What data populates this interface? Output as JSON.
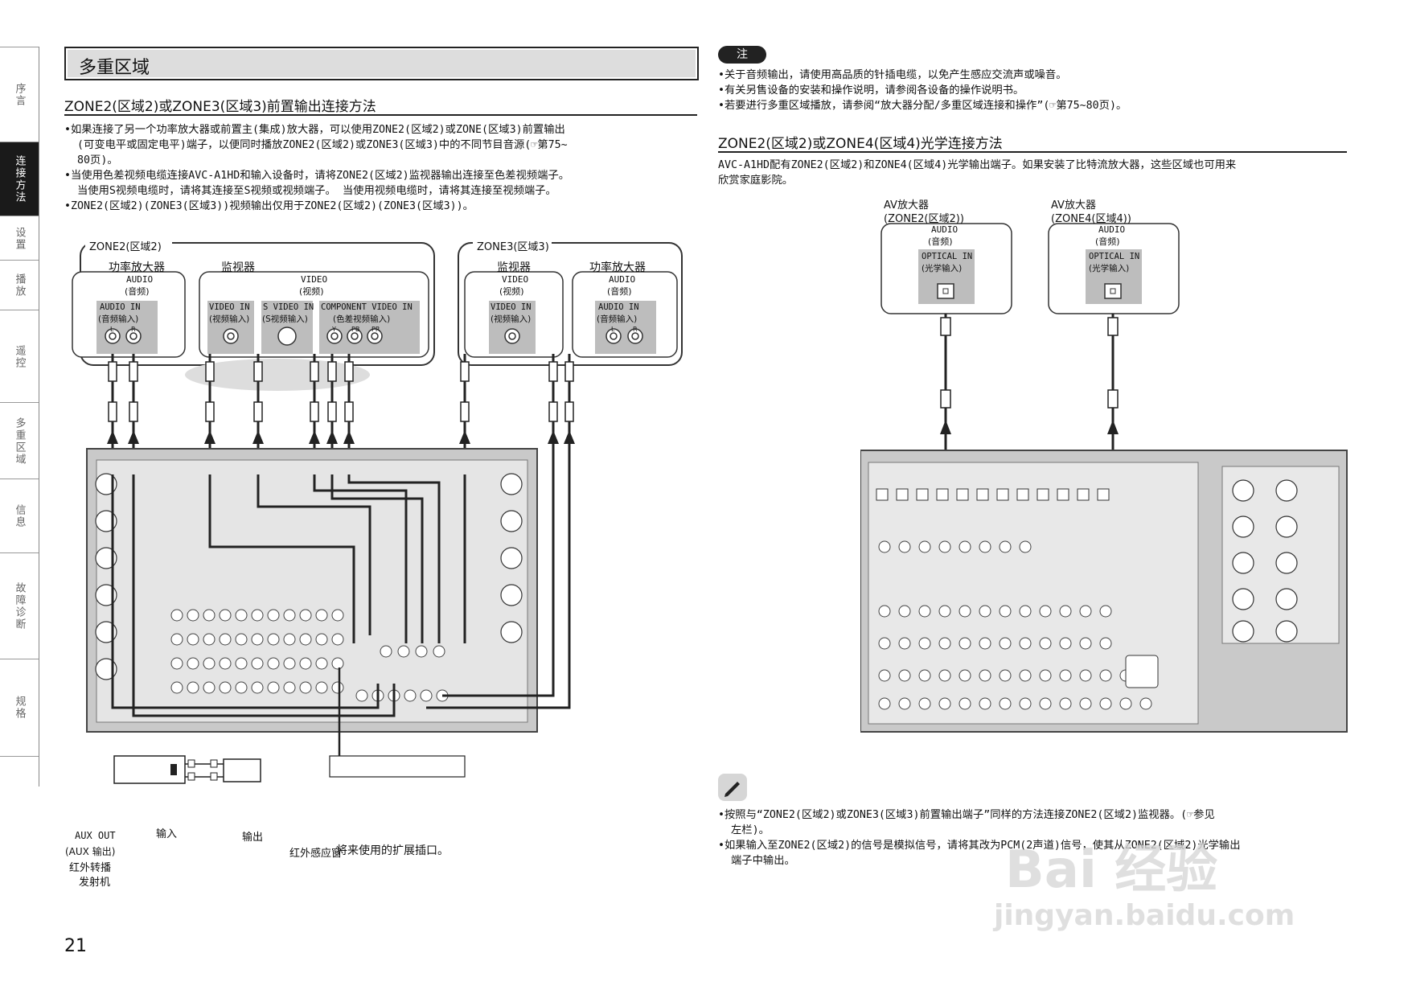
{
  "side_tabs": [
    {
      "label": "序言",
      "active": false
    },
    {
      "label": "连接方法",
      "active": true
    },
    {
      "label": "设置",
      "active": false
    },
    {
      "label": "播放",
      "active": false
    },
    {
      "label": "遥控",
      "active": false
    },
    {
      "label": "多重区域",
      "active": false
    },
    {
      "label": "信息",
      "active": false
    },
    {
      "label": "故障诊断",
      "active": false
    },
    {
      "label": "规格",
      "active": false
    }
  ],
  "section_title": "多重区域",
  "left": {
    "heading": "ZONE2(区域2)或ZONE3(区域3)前置输出连接方法",
    "bullets": [
      "•如果连接了另一个功率放大器或前置主(集成)放大器，可以使用ZONE2(区域2)或ZONE(区域3)前置输出",
      "  (可变电平或固定电平)端子，以便同时播放ZONE2(区域2)或ZONE3(区域3)中的不同节目音源(☞第75~",
      "  80页)。",
      "•当使用色差视频电缆连接AVC-A1HD和输入设备时，请将ZONE2(区域2)监视器输出连接至色差视频端子。",
      "  当使用S视频电缆时，请将其连接至S视频或视频端子。 当使用视频电缆时，请将其连接至视频端子。",
      "•ZONE2(区域2)(ZONE3(区域3))视频输出仅用于ZONE2(区域2)(ZONE3(区域3))。"
    ]
  },
  "diagram_left": {
    "zone2_title": "ZONE2(区域2)",
    "zone3_title": "ZONE3(区域3)",
    "power_amp": "功率放大器",
    "monitor": "监视器",
    "audio": "AUDIO",
    "audio_cn": "(音频)",
    "video": "VIDEO",
    "video_cn": "(视频)",
    "audio_in": "AUDIO IN",
    "audio_in_cn": "(音频输入)",
    "video_in": "VIDEO IN",
    "video_in_cn": "(视频输入)",
    "s_video_in": "S VIDEO IN",
    "s_video_in_cn": "(S视频输入)",
    "component_video_in": "COMPONENT VIDEO IN",
    "component_video_in_cn": "(色差视频输入)",
    "port_L": "L",
    "port_R": "R",
    "port_Y": "Y",
    "port_Pb": "PB",
    "port_Pr": "PR",
    "aux_out": "AUX OUT",
    "aux_out_cn": "(AUX 输出)",
    "ir_transmitter_1": "红外转播",
    "ir_transmitter_2": "发射机",
    "input": "输入",
    "output": "输出",
    "ir_receiver": "红外感应窗",
    "expansion_note": "将来使用的扩展插口。"
  },
  "right": {
    "notes_badge": "注",
    "notes": [
      "•关于音频输出，请使用高品质的针插电缆，以免产生感应交流声或噪音。",
      "•有关另售设备的安装和操作说明，请参阅各设备的操作说明书。",
      "•若要进行多重区域播放，请参阅“放大器分配/多重区域连接和操作”(☞第75~80页)。"
    ],
    "heading": "ZONE2(区域2)或ZONE4(区域4)光学连接方法",
    "intro": [
      "AVC-A1HD配有ZONE2(区域2)和ZONE4(区域4)光学输出端子。如果安装了比特流放大器，这些区域也可用来",
      "欣赏家庭影院。"
    ],
    "tips": [
      "•按照与“ZONE2(区域2)或ZONE3(区域3)前置输出端子”同样的方法连接ZONE2(区域2)监视器。(☞参见",
      "  左栏)。",
      "•如果输入至ZONE2(区域2)的信号是模拟信号，请将其改为PCM(2声道)信号，使其从ZONE2(区域2)光学输出",
      "  端子中输出。"
    ]
  },
  "diagram_right": {
    "amp1_title": "AV放大器",
    "amp1_zone": "(ZONE2(区域2))",
    "amp2_title": "AV放大器",
    "amp2_zone": "(ZONE4(区域4))",
    "audio": "AUDIO",
    "audio_cn": "(音频)",
    "optical_in": "OPTICAL IN",
    "optical_in_cn": "(光学输入)"
  },
  "page_number": "21",
  "watermark_line1": "Bai  经验",
  "watermark_line2": "jingyan.baidu.com"
}
